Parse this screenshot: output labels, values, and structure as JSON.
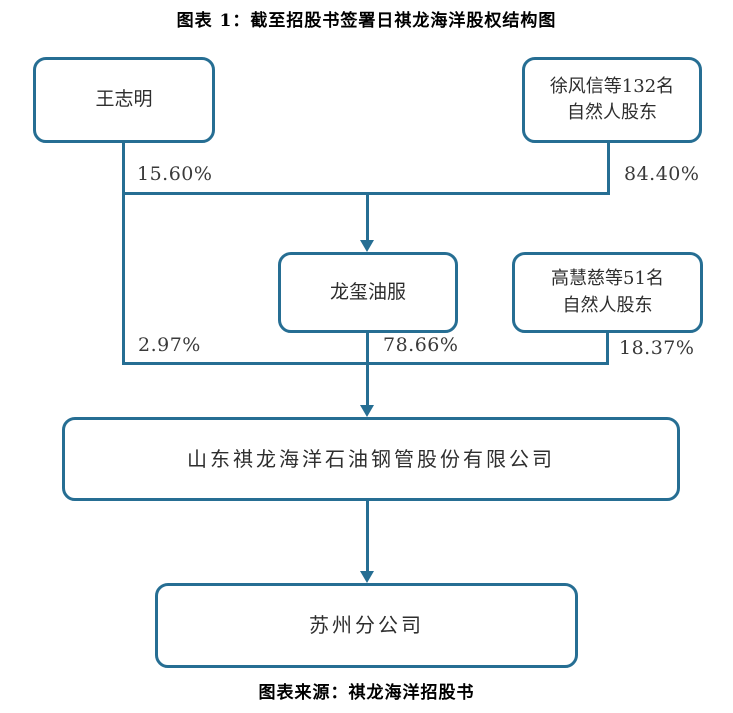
{
  "figure": {
    "title": "图表 1：截至招股书签署日祺龙海洋股权结构图",
    "source": "图表来源：祺龙海洋招股书"
  },
  "colors": {
    "line": "#266e93",
    "node_text": "#2e2e2e",
    "title_text": "#000000"
  },
  "nodes": {
    "wang_zhiming": {
      "label": "王志明"
    },
    "xu_fengxin_group": {
      "label": "徐风信等132名\n自然人股东"
    },
    "longxi_oilfield": {
      "label": "龙玺油服"
    },
    "gao_huici_group": {
      "label": "高慧慈等51名\n自然人股东"
    },
    "main_company": {
      "label": "山东祺龙海洋石油钢管股份有限公司"
    },
    "suzhou_branch": {
      "label": "苏州分公司"
    }
  },
  "ownership": {
    "wang_in_longxi": "15.60%",
    "xu_in_longxi": "84.40%",
    "wang_in_company": "2.97%",
    "longxi_in_company": "78.66%",
    "gao_in_company": "18.37%"
  }
}
